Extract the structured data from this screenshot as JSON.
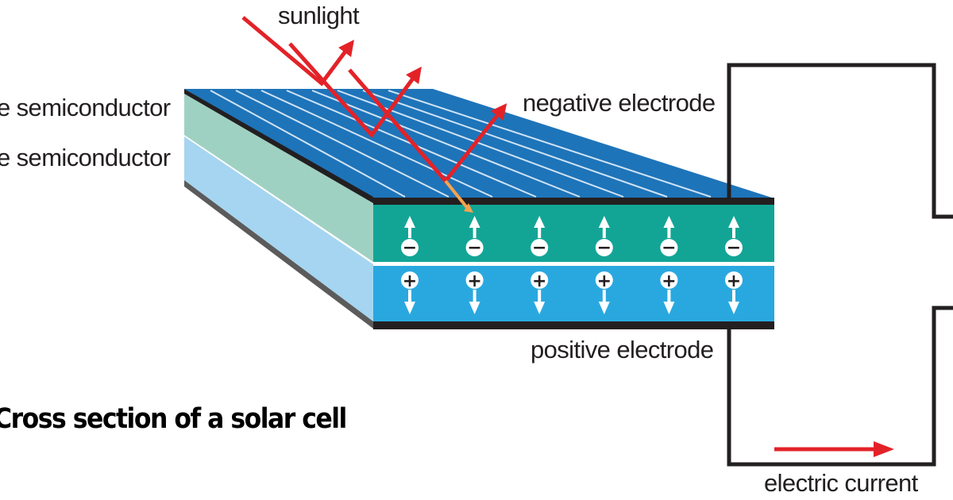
{
  "labels": {
    "sunlight": "sunlight",
    "n_type": "e semiconductor",
    "p_type": "e semiconductor",
    "negative_electrode": "negative electrode",
    "positive_electrode": "positive electrode",
    "electric_current": "electric current",
    "title": "Cross section of a solar cell"
  },
  "charges": {
    "pairs": 6,
    "upper_symbol": "−",
    "lower_symbol": "+"
  },
  "colors": {
    "panel_top": "#1e74b9",
    "n_layer_front": "#12a596",
    "n_layer_side": "#9fd1c3",
    "p_layer_front": "#29a8e0",
    "p_layer_side": "#a6d5f1",
    "electrode": "#231f20",
    "light_ray": "#e32228",
    "electron_path": "#f5a34e",
    "circuit": "#231f20"
  }
}
